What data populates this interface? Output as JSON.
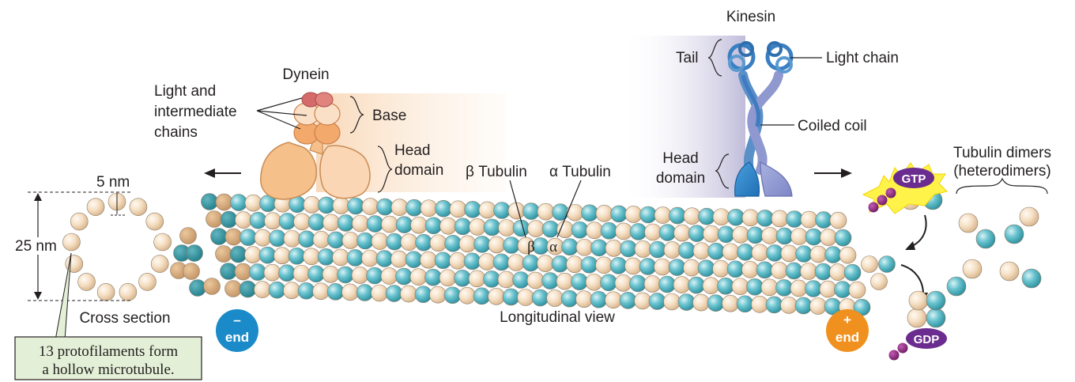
{
  "motors": {
    "dynein": {
      "title": "Dynein",
      "light_intermediate": [
        "Light and",
        "intermediate",
        "chains"
      ],
      "base": "Base",
      "head": [
        "Head",
        "domain"
      ]
    },
    "kinesin": {
      "title": "Kinesin",
      "tail": "Tail",
      "light_chain": "Light chain",
      "coiled_coil": "Coiled coil",
      "head": [
        "Head",
        "domain"
      ]
    }
  },
  "microtubule": {
    "beta_tubulin": "β Tubulin",
    "alpha_tubulin": "α Tubulin",
    "beta": "β",
    "alpha": "α",
    "longitudinal_view": "Longitudinal view",
    "minus_end": {
      "sign": "–",
      "word": "end"
    },
    "plus_end": {
      "sign": "+",
      "word": "end"
    }
  },
  "cross_section": {
    "diameter": "25 nm",
    "subunit": "5 nm",
    "label": "Cross section",
    "note": [
      "13 protofilaments form",
      "a hollow microtubule."
    ]
  },
  "dimers": {
    "label": [
      "Tubulin dimers",
      "(heterodimers)"
    ],
    "gtp": "GTP",
    "gdp": "GDP"
  },
  "colors": {
    "alpha_subunit": "#5bb8c4",
    "beta_subunit": "#f5dfc4",
    "minus_badge": "#1a8bc8",
    "plus_badge": "#f0911f",
    "nucleotide": "#6a2c8e",
    "note_bg": "#e3efd6"
  }
}
